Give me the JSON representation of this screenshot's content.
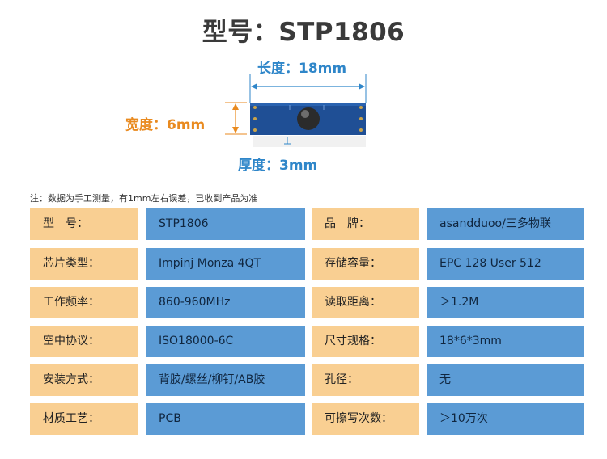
{
  "title": "型号：STP1806",
  "dimensions": {
    "length": "长度：18mm",
    "width": "宽度：6mm",
    "thickness": "厚度：3mm"
  },
  "note": "注：数据为手工测量，有1mm左右误差，已收到产品为准",
  "specs": [
    {
      "label1": "型　号：",
      "value1": "STP1806",
      "label2": "品　牌：",
      "value2": "asandduoo/三多物联"
    },
    {
      "label1": "芯片类型：",
      "value1": "Impinj Monza 4QT",
      "label2": "存储容量：",
      "value2": "EPC 128  User 512"
    },
    {
      "label1": "工作频率：",
      "value1": "860-960MHz",
      "label2": "读取距离：",
      "value2": "＞1.2M"
    },
    {
      "label1": "空中协议：",
      "value1": "ISO18000-6C",
      "label2": "尺寸规格：",
      "value2": "18*6*3mm"
    },
    {
      "label1": "安装方式：",
      "value1": "背胶/螺丝/柳钉/AB胶",
      "label2": "孔径：",
      "value2": "无"
    },
    {
      "label1": "材质工艺：",
      "value1": "PCB",
      "label2": "可擦写次数：",
      "value2": "＞10万次"
    }
  ],
  "colors": {
    "label_bg": "#f9cf92",
    "value_bg": "#5b9bd5",
    "length_color": "#2f86c9",
    "width_color": "#e98a1f",
    "pcb_color": "#1f4f95"
  }
}
